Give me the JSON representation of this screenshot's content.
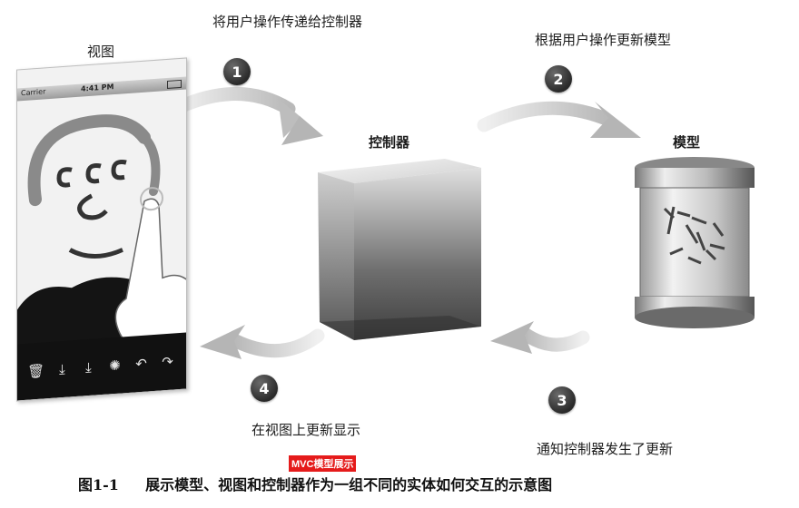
{
  "labels": {
    "view": "视图",
    "controller": "控制器",
    "model": "模型"
  },
  "steps": [
    {
      "number": "1",
      "text": "将用户操作传递给控制器"
    },
    {
      "number": "2",
      "text": "根据用户操作更新模型"
    },
    {
      "number": "3",
      "text": "通知控制器发生了更新"
    },
    {
      "number": "4",
      "text": "在视图上更新显示"
    }
  ],
  "phone": {
    "carrier": "Carrier",
    "time": "4:41 PM",
    "toolbar_icons": [
      "trash-icon",
      "save-icon",
      "save-alt-icon",
      "palette-icon",
      "undo-icon",
      "redo-icon"
    ]
  },
  "caption": {
    "tag": "MVC模型展示",
    "figure_number": "图1-1",
    "text": "展示模型、视图和控制器作为一组不同的实体如何交互的示意图"
  }
}
